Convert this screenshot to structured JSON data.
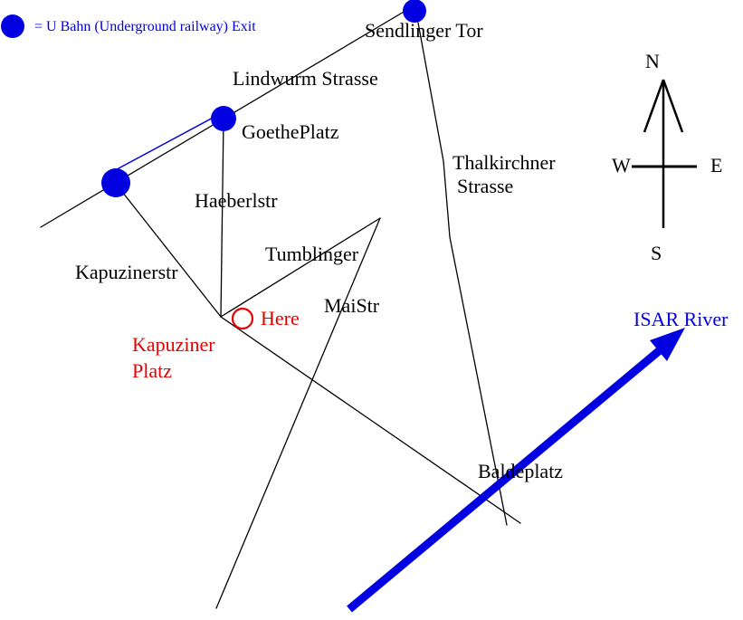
{
  "legend": {
    "icon": "ubahn-exit-marker",
    "text": "= U Bahn (Underground railway) Exit"
  },
  "labels": {
    "sendlinger_tor": "Sendlinger Tor",
    "lindwurm_strasse": "Lindwurm Strasse",
    "goetheplatz": "GoethePlatz",
    "thalkirchner_line1": "Thalkirchner",
    "thalkirchner_line2": "Strasse",
    "haeberlstr": "Haeberlstr",
    "tumblinger": "Tumblinger",
    "kapuzinerstr": "Kapuzinerstr",
    "maistr": "MaiStr",
    "here": "Here",
    "kapuziner_platz_line1": "Kapuziner",
    "kapuziner_platz_line2": "Platz",
    "isar_river": "ISAR River",
    "baldeplatz": "Baldeplatz"
  },
  "compass": {
    "north": "N",
    "west": "W",
    "east": "E",
    "south": "S"
  },
  "icons": {
    "ubahn_exit": "blue-filled-circle",
    "here_marker": "red-circle-outline",
    "river": "thick-blue-arrow-pointing-northeast",
    "compass": "north-arrow-with-crossbar"
  },
  "colors": {
    "ubahn_blue": "#0000e0",
    "here_red": "#e80000",
    "street_black": "#000000"
  }
}
